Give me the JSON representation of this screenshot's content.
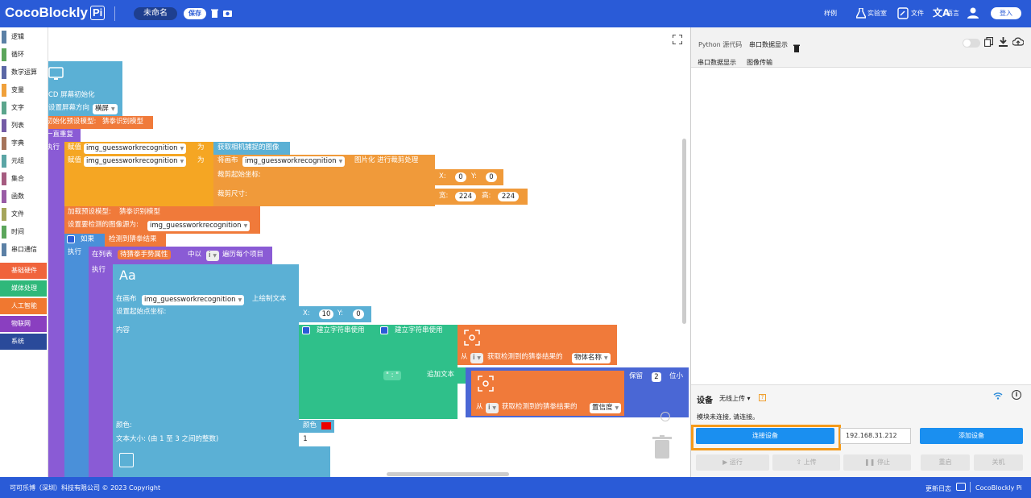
{
  "topbar": {
    "logo": "CocoBlockly",
    "logo_pi": "Pi",
    "project_name": "未命名",
    "save_label": "保存",
    "examples_label": "样例",
    "lab_label": "实验室",
    "files_label": "文件",
    "language_label": "语言",
    "login_label": "登入"
  },
  "toolbox": {
    "categories": [
      {
        "label": "逻辑",
        "color": "#5b80a5"
      },
      {
        "label": "循环",
        "color": "#5ba55b"
      },
      {
        "label": "数学运算",
        "color": "#5b67a5"
      },
      {
        "label": "变量",
        "color": "#f0a03a"
      },
      {
        "label": "文字",
        "color": "#5ba58c"
      },
      {
        "label": "列表",
        "color": "#745ba5"
      },
      {
        "label": "字典",
        "color": "#a5745b"
      },
      {
        "label": "元组",
        "color": "#5ba5a5"
      },
      {
        "label": "集合",
        "color": "#a55b80"
      },
      {
        "label": "函数",
        "color": "#995ba5"
      },
      {
        "label": "文件",
        "color": "#a5a55b"
      },
      {
        "label": "时间",
        "color": "#5ba55b"
      },
      {
        "label": "串口通信",
        "color": "#5b80a5"
      },
      {
        "label": "基础硬件",
        "color": "#f0643c"
      },
      {
        "label": "媒体处理",
        "color": "#2fb87a"
      },
      {
        "label": "人工智能",
        "color": "#f07830"
      },
      {
        "label": "物联网",
        "color": "#8a3fc0"
      },
      {
        "label": "系统",
        "color": "#2a4a9a"
      }
    ]
  },
  "blocks": {
    "lcd_title": "CD 屏幕初始化",
    "screen_dir": "设置屏幕方向",
    "screen_dir_val": "横屏",
    "init_model": "初始化预设模型:",
    "init_model_val": "猜拳识别模型",
    "forever": "一直重复",
    "exec": "执行",
    "assign": "赋值",
    "var_name": "img_guessworkrecognition",
    "as": "为",
    "get_camera": "获取相机捕捉的图像",
    "on_canvas": "将画布",
    "crop_label": "图片化 进行裁剪处理",
    "crop_origin": "裁剪起始坐标:",
    "crop_size": "裁剪尺寸:",
    "x_label": "X:",
    "y_label": "Y:",
    "crop_x": "0",
    "crop_y": "0",
    "w_label": "宽:",
    "h_label": "高:",
    "crop_w": "224",
    "crop_h": "224",
    "load_model": "加载预设模型:",
    "load_model_val": "猜拳识别模型",
    "set_source": "设置要检测的图像源为:",
    "if_label": "如果",
    "detected": "检测到猜拳结果",
    "in_list": "在列表",
    "gesture_attr": "待猜拳手势属性",
    "with_item": "中以",
    "item_var": "i",
    "iterate": "遍历每个项目",
    "aa": "Aa",
    "draw_on": "在画布",
    "draw_text": "上绘制文本",
    "set_origin": "设置起始点坐标:",
    "text_x": "10",
    "text_y": "0",
    "content": "内容",
    "build_str": "建立字符串使用",
    "from_label": "从",
    "get_result": "获取检测到的猜拳结果的",
    "obj_name": "物体名称",
    "colon_str": "\" : \"",
    "append_text": "追加文本",
    "keep": "保留",
    "keep_val": "2",
    "decimals": "位小",
    "confidence": "置信度",
    "color_label": "颜色:",
    "color_block": "颜色",
    "font_size_label": "文本大小: (由 1 至 3 之间的整数)",
    "font_size_val": "1"
  },
  "rightpane": {
    "tab_python": "Python 源代码",
    "tab_serial": "串口数据显示",
    "subtab_serial": "串口数据显示",
    "subtab_image": "图像传输",
    "device_label": "设备",
    "upload_mode": "无线上传",
    "status_msg": "模块未连接, 请连接。",
    "connect_btn": "连接设备",
    "ip_value": "192.168.31.212",
    "add_device_btn": "添加设备",
    "run_btn": "运行",
    "upload_btn": "上传",
    "stop_btn": "停止",
    "restart_btn": "重启",
    "shutdown_btn": "关机"
  },
  "statusbar": {
    "copyright": "可可乐博（深圳）科技有限公司 © 2023 Copyright",
    "changelog": "更新日志",
    "product": "CocoBlockly Pi"
  }
}
